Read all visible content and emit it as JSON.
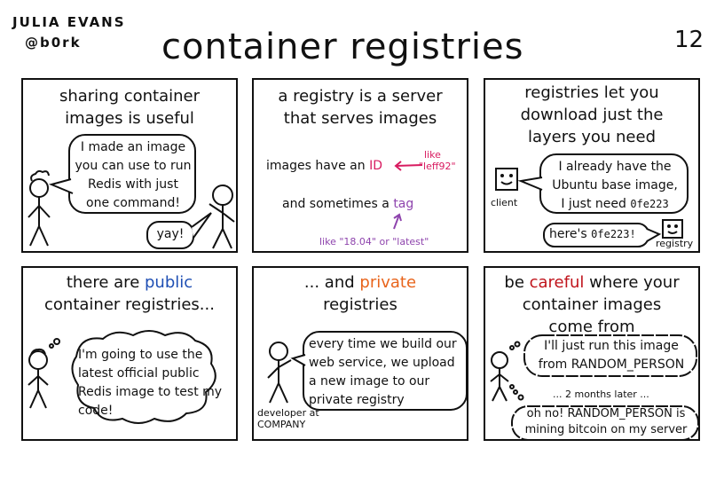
{
  "author": {
    "name": "JULIA EVANS",
    "handle": "@b0rk"
  },
  "title": "container registries",
  "page_number": "12",
  "colors": {
    "red": "#d81b60",
    "purple": "#8e44ad",
    "blue": "#1f4fb4",
    "orange": "#e8641b",
    "darkred": "#c0141c"
  },
  "panels": [
    {
      "title": "sharing container images is useful",
      "bubble": "I made an image you can use to run Redis with just one command!",
      "reply": "yay!"
    },
    {
      "title": "a registry is a server that serves images",
      "line1_text": "images have an",
      "line1_id": "ID",
      "like_label": "like",
      "like_value": "\"leff92\"",
      "line2_text": "and sometimes a",
      "line2_tag": "tag",
      "tag_note": "like \"18.04\" or \"latest\""
    },
    {
      "title": "registries let you download just the layers you need",
      "client_label": "client",
      "bubble_line1": "I already have the",
      "bubble_line2": "Ubuntu base image,",
      "bubble_line3_text": "I just need",
      "bubble_line3_code": "0fe223",
      "reply_text": "here's",
      "reply_code": "0fe223!",
      "registry_label": "registry"
    },
    {
      "title_pre": "there are",
      "title_highlight": "public",
      "title_post": "container registries...",
      "bubble": "I'm going to use the latest official public Redis image to test my code!"
    },
    {
      "title_pre": "... and",
      "title_highlight": "private",
      "title_post": "registries",
      "bubble": "every time we build our web service, we upload a new image to our private registry",
      "person_label": "developer at COMPANY"
    },
    {
      "title_pre": "be",
      "title_highlight": "careful",
      "title_post1": "where your",
      "title_post2": "container images come from",
      "thought1": "I'll just run this image from RANDOM_PERSON",
      "middle": "... 2 months later ...",
      "thought2": "oh no! RANDOM_PERSON is mining bitcoin on my server"
    }
  ]
}
